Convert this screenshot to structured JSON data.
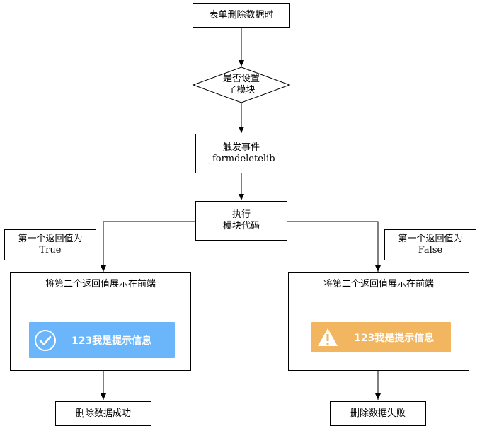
{
  "nodes": {
    "start": {
      "lines": [
        "表单删除数据时"
      ]
    },
    "decision": {
      "lines": [
        "是否设置",
        "了模块"
      ]
    },
    "trigger": {
      "lines": [
        "触发事件",
        "_formdeletelib"
      ]
    },
    "execute": {
      "lines": [
        "执行",
        "模块代码"
      ]
    },
    "note_true": {
      "lines": [
        "第一个返回值为",
        "True"
      ]
    },
    "note_false": {
      "lines": [
        "第一个返回值为",
        "False"
      ]
    },
    "end_success": {
      "lines": [
        "删除数据成功"
      ]
    },
    "end_fail": {
      "lines": [
        "删除数据失败"
      ]
    }
  },
  "panels": {
    "success": {
      "title": "将第二个返回值展示在前端",
      "toast": {
        "text": "123我是提示信息",
        "icon": "check-circle-icon",
        "color": "#6bb6fa"
      }
    },
    "fail": {
      "title": "将第二个返回值展示在前端",
      "toast": {
        "text": "123我是提示信息",
        "icon": "warning-triangle-icon",
        "color": "#f2b660"
      }
    }
  },
  "colors": {
    "line": "#000000",
    "node_fill": "#ffffff"
  }
}
